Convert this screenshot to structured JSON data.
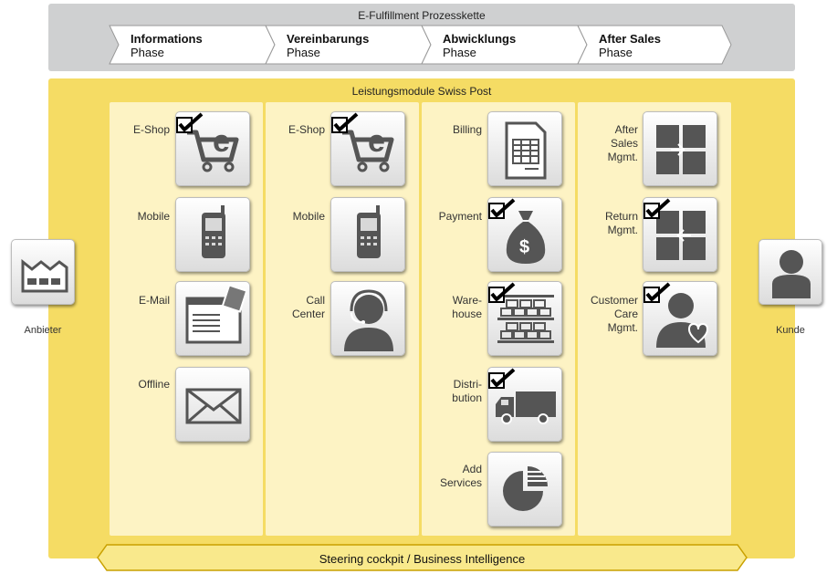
{
  "header": {
    "title": "E-Fulfillment Prozesskette",
    "phases": [
      {
        "bold": "Informations",
        "sub": "Phase"
      },
      {
        "bold": "Vereinbarungs",
        "sub": "Phase"
      },
      {
        "bold": "Abwicklungs",
        "sub": "Phase"
      },
      {
        "bold": "After Sales",
        "sub": "Phase"
      }
    ]
  },
  "modules": {
    "title": "Leistungsmodule Swiss Post",
    "col1": {
      "eshop": {
        "label": "E-Shop",
        "icon": "cart-e-icon",
        "checked": true
      },
      "mobile": {
        "label": "Mobile",
        "icon": "mobile-phone-icon",
        "checked": false
      },
      "email": {
        "label": "E-Mail",
        "icon": "email-window-icon",
        "checked": false
      },
      "offline": {
        "label": "Offline",
        "icon": "envelope-icon",
        "checked": false
      }
    },
    "col2": {
      "eshop": {
        "label": "E-Shop",
        "icon": "cart-e-icon",
        "checked": true
      },
      "mobile": {
        "label": "Mobile",
        "icon": "mobile-phone-icon",
        "checked": false
      },
      "callcenter": {
        "label_1": "Call",
        "label_2": "Center",
        "icon": "headset-agent-icon",
        "checked": false
      }
    },
    "col3": {
      "billing": {
        "label": "Billing",
        "icon": "invoice-icon",
        "checked": false
      },
      "payment": {
        "label": "Payment",
        "icon": "money-bag-icon",
        "checked": true
      },
      "warehouse": {
        "label_1": "Ware-",
        "label_2": "house",
        "icon": "warehouse-shelves-icon",
        "checked": true
      },
      "distribution": {
        "label_1": "Distri-",
        "label_2": "bution",
        "icon": "truck-icon",
        "checked": true
      },
      "addservices": {
        "label_1": "Add",
        "label_2": "Services",
        "icon": "pie-chart-icon",
        "checked": false
      }
    },
    "col4": {
      "aftersales": {
        "label_1": "After",
        "label_2": "Sales",
        "label_3": "Mgmt.",
        "icon": "box-arrow-in-icon",
        "checked": false
      },
      "return": {
        "label_1": "Return",
        "label_2": "Mgmt.",
        "icon": "box-arrow-out-icon",
        "checked": true
      },
      "customercare": {
        "label_1": "Customer",
        "label_2": "Care",
        "label_3": "Mgmt.",
        "icon": "person-heart-icon",
        "checked": true
      }
    }
  },
  "sides": {
    "left": {
      "label": "Anbieter",
      "icon": "factory-icon"
    },
    "right": {
      "label": "Kunde",
      "icon": "person-icon"
    }
  },
  "footer": {
    "label": "Steering cockpit / Business Intelligence"
  },
  "colors": {
    "yellow_band": "#f5dc64",
    "column": "#fdf3c4",
    "grey_band": "#cfd0d1",
    "icon": "#555555"
  }
}
